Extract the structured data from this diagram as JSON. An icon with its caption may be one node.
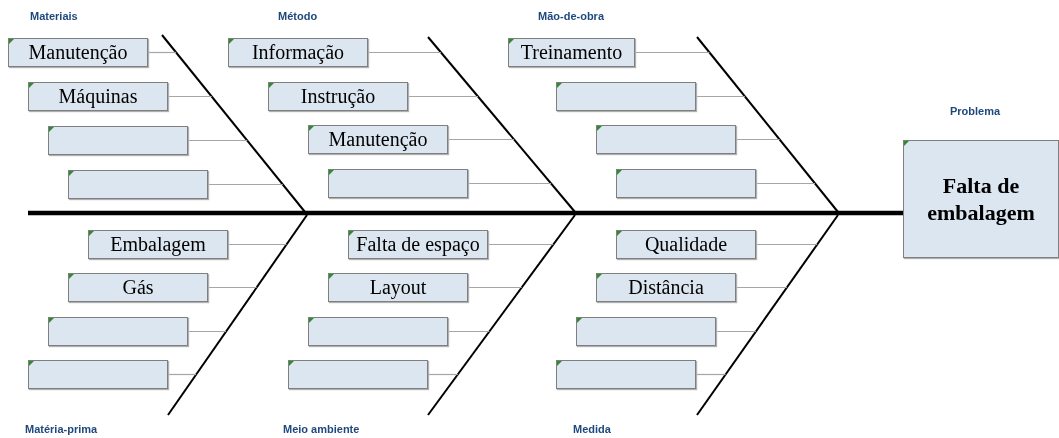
{
  "diagram": {
    "nodes": [
      {
        "text": [
          "Manutenção"
        ]
      },
      {
        "text": [
          "Máquinas"
        ]
      },
      {
        "text": [],
        "shape": "box"
      },
      {
        "text": [],
        "shape": "box"
      },
      {
        "text": [
          "Informação"
        ]
      },
      {
        "text": [
          "Instrução"
        ]
      },
      {
        "text": [
          "Manutenção"
        ]
      },
      {
        "text": [],
        "shape": "box"
      },
      {
        "text": [
          "Treinamento"
        ]
      },
      {
        "text": [],
        "shape": "box"
      },
      {
        "text": [],
        "shape": "box"
      },
      {
        "text": [],
        "shape": "box"
      },
      {
        "text": [
          "Embalagem"
        ]
      },
      {
        "text": [
          "Gás"
        ]
      },
      {
        "text": [],
        "shape": "box"
      },
      {
        "text": [],
        "shape": "box"
      },
      {
        "text": [
          "Falta de espaço"
        ]
      },
      {
        "text": [
          "Layout"
        ]
      },
      {
        "text": [],
        "shape": "box"
      },
      {
        "text": [],
        "shape": "box"
      },
      {
        "text": [
          "Qualidade"
        ]
      },
      {
        "text": [
          "Distância"
        ]
      },
      {
        "text": [],
        "shape": "box"
      },
      {
        "text": [],
        "shape": "box"
      },
      {
        "text": [
          "Problema",
          "Falta de embalagem"
        ]
      }
    ],
    "edges": [
      {
        "from": 0,
        "to": null,
        "arrow": "none"
      },
      {
        "from": 1,
        "to": null,
        "arrow": "none"
      },
      {
        "from": 2,
        "to": null,
        "arrow": "none"
      },
      {
        "from": 3,
        "to": null,
        "arrow": "none"
      },
      {
        "from": 4,
        "to": null,
        "arrow": "none"
      },
      {
        "from": 5,
        "to": null,
        "arrow": "none"
      },
      {
        "from": 6,
        "to": null,
        "arrow": "none"
      },
      {
        "from": 7,
        "to": null,
        "arrow": "none"
      },
      {
        "from": 8,
        "to": null,
        "arrow": "none"
      },
      {
        "from": 9,
        "to": null,
        "arrow": "none"
      },
      {
        "from": 10,
        "to": null,
        "arrow": "none"
      },
      {
        "from": 11,
        "to": null,
        "arrow": "none"
      },
      {
        "from": 12,
        "to": null,
        "arrow": "none"
      },
      {
        "from": 13,
        "to": null,
        "arrow": "none"
      },
      {
        "from": 14,
        "to": null,
        "arrow": "none"
      },
      {
        "from": 15,
        "to": null,
        "arrow": "none"
      },
      {
        "from": 16,
        "to": null,
        "arrow": "none"
      },
      {
        "from": 17,
        "to": null,
        "arrow": "none"
      },
      {
        "from": 18,
        "to": null,
        "arrow": "none"
      },
      {
        "from": 19,
        "to": null,
        "arrow": "none"
      },
      {
        "from": 20,
        "to": null,
        "arrow": "none"
      },
      {
        "from": 21,
        "to": null,
        "arrow": "none"
      },
      {
        "from": 22,
        "to": null,
        "arrow": "none"
      },
      {
        "from": 23,
        "to": null,
        "arrow": "none"
      },
      {
        "from": null,
        "to": 24,
        "arrow": "none",
        "style": "thick",
        "color": "#000000"
      }
    ],
    "labels": [
      "Materiais",
      "Método",
      "Mão-de-obra",
      "Matéria-prima",
      "Meio ambiente",
      "Medida"
    ]
  }
}
